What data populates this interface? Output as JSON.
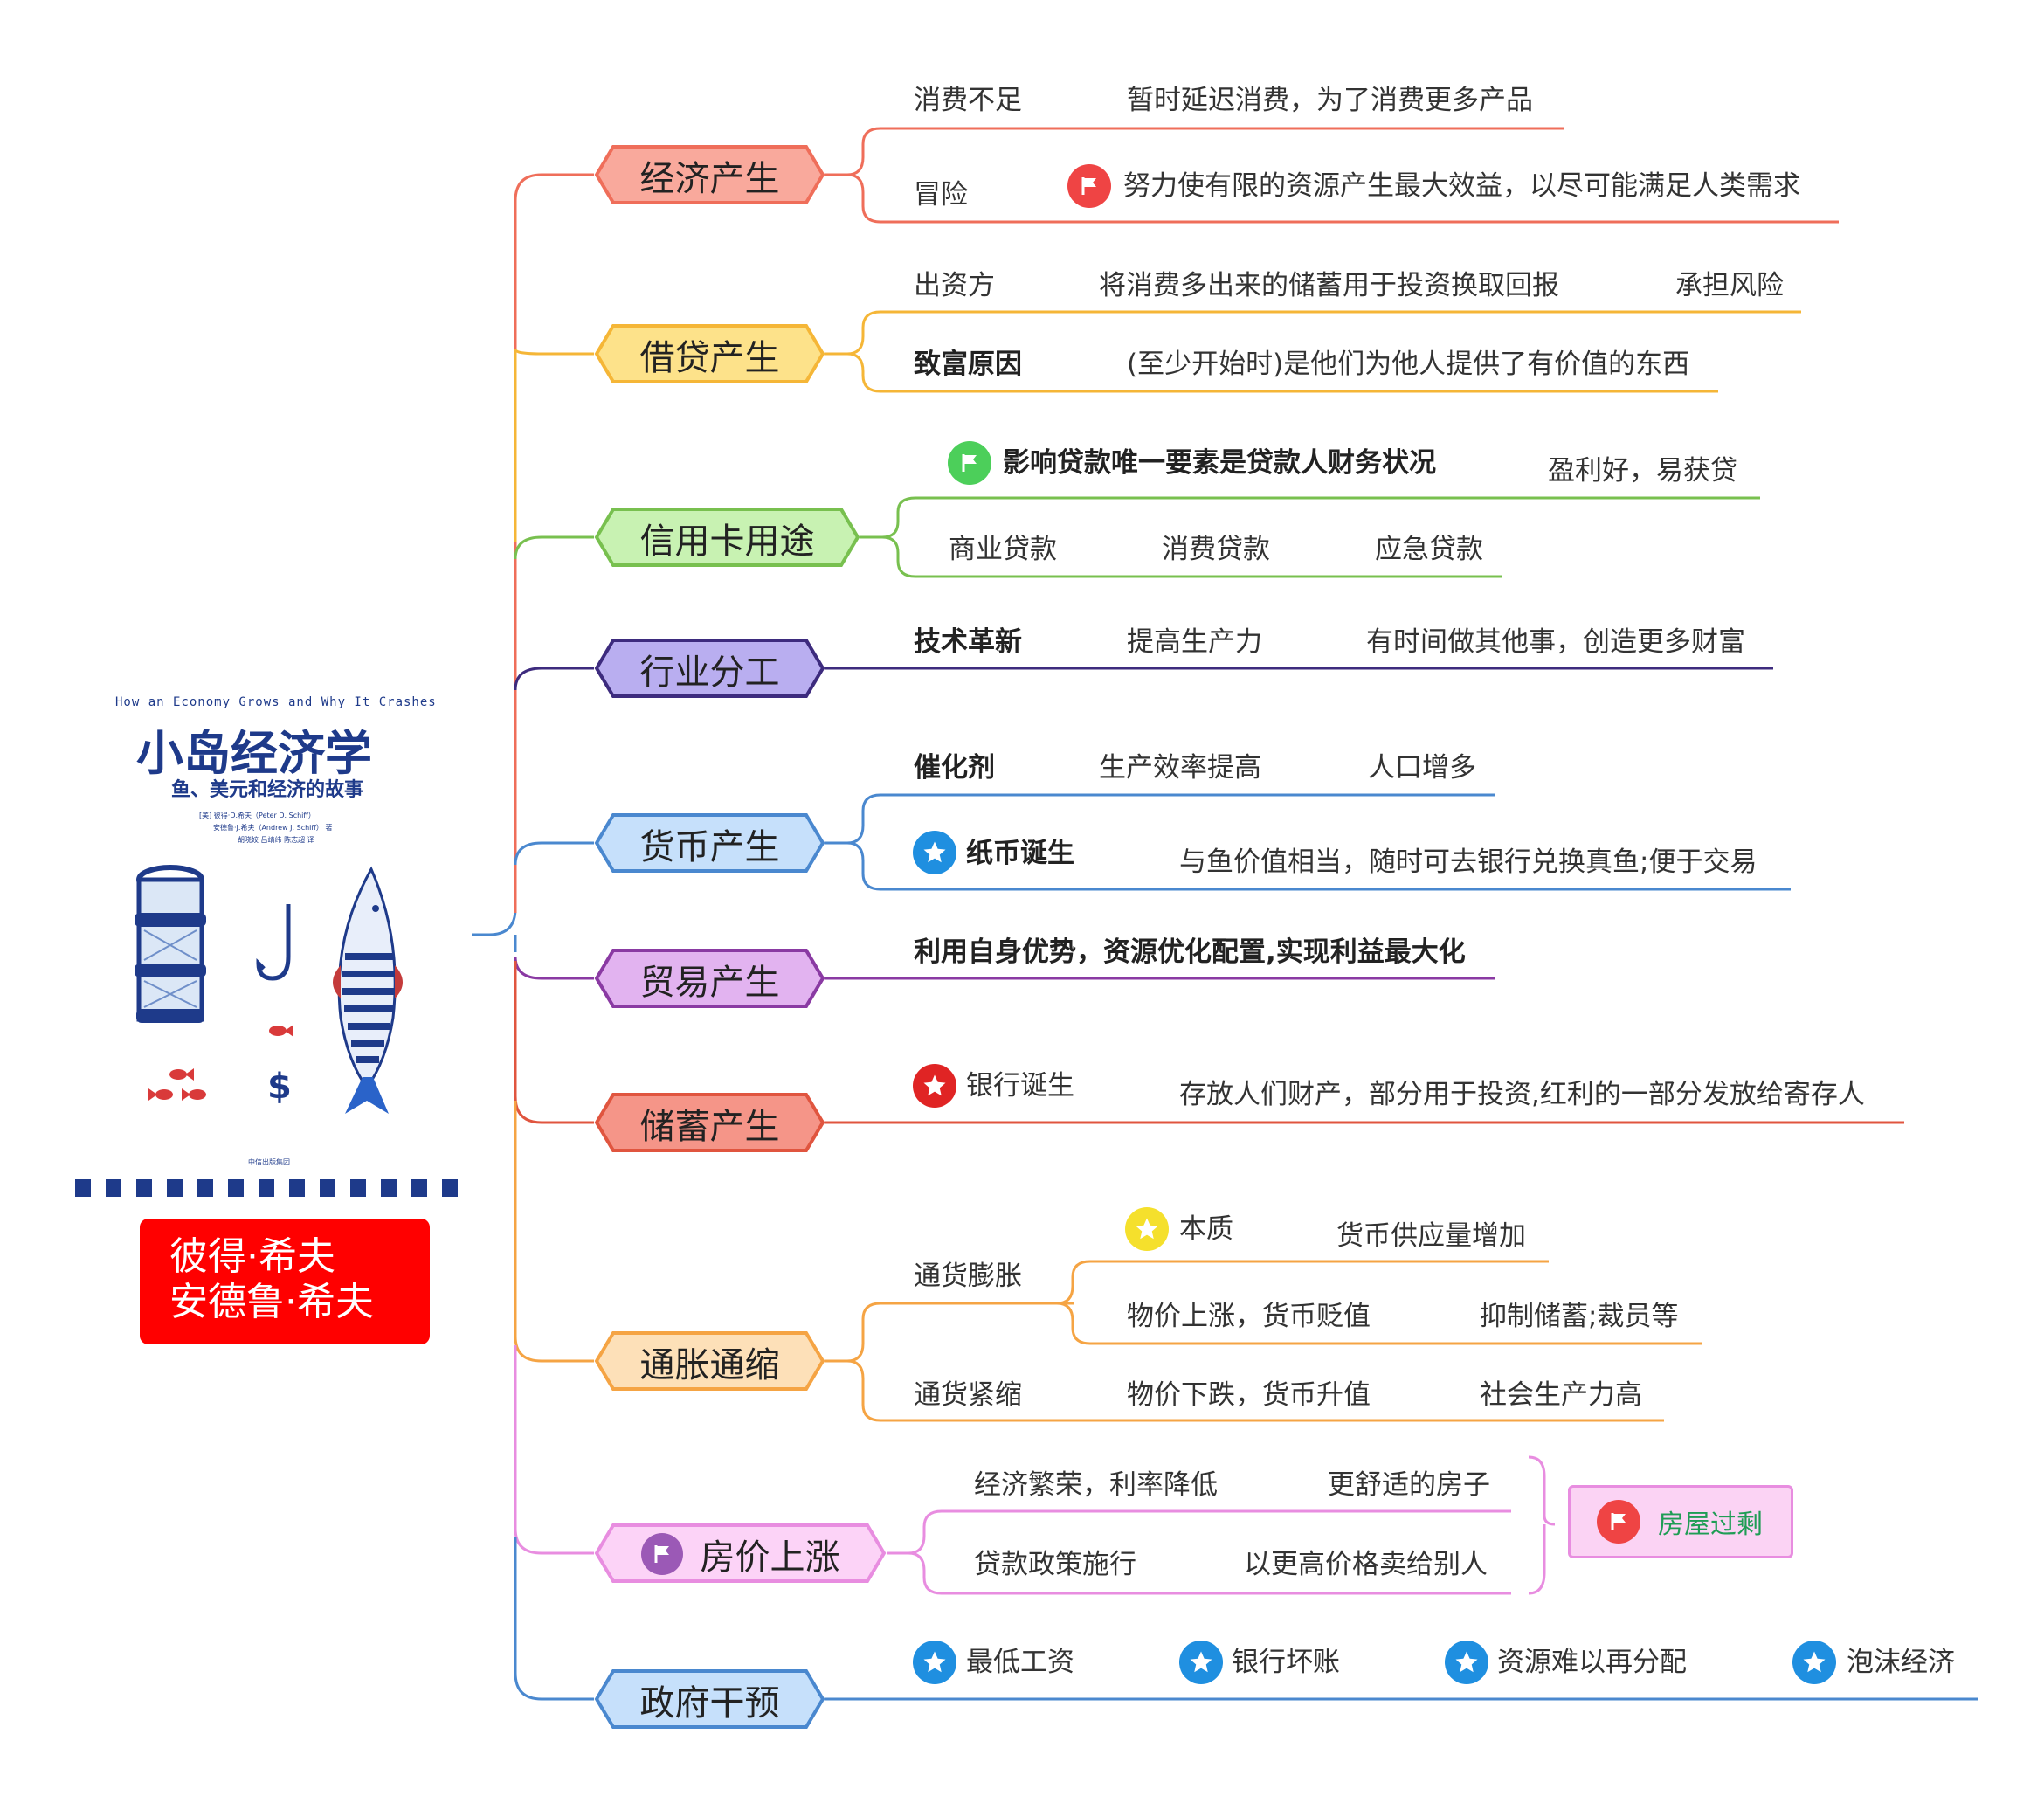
{
  "book": {
    "tagline": "How an Economy Grows and Why It Crashes",
    "title": "小岛经济学",
    "subtitle": "鱼、美元和经济的故事",
    "author_line1": "[美] 彼得·D.希夫（Peter D. Schiff）",
    "author_line2": "安德鲁·J.希夫（Andrew J. Schiff） 著",
    "translators": "胡晓姣 吕靖纬 陈志超 译",
    "publisher": "中信出版集团"
  },
  "authors": {
    "line1": "彼得·希夫",
    "line2": "安德鲁·希夫"
  },
  "topics": [
    {
      "label": "经济产生",
      "fill": "#f9a99c",
      "border": "#ef6e5a",
      "branch": "#ef6e5a"
    },
    {
      "label": "借贷产生",
      "fill": "#fde28a",
      "border": "#f5b637",
      "branch": "#f5b637"
    },
    {
      "label": "信用卡用途",
      "fill": "#c8f2b2",
      "border": "#78c04f",
      "branch": "#78c04f"
    },
    {
      "label": "行业分工",
      "fill": "#b9aef0",
      "border": "#3d2b7e",
      "branch": "#3d2b7e"
    },
    {
      "label": "货币产生",
      "fill": "#c6e0fb",
      "border": "#4a88cf",
      "branch": "#4a88cf"
    },
    {
      "label": "贸易产生",
      "fill": "#e2b3f0",
      "border": "#8a3aa3",
      "branch": "#8a3aa3"
    },
    {
      "label": "储蓄产生",
      "fill": "#f59588",
      "border": "#e0553f",
      "branch": "#e0553f"
    },
    {
      "label": "通胀通缩",
      "fill": "#fde0b8",
      "border": "#f5a444",
      "branch": "#f5a444"
    },
    {
      "label": "房价上涨",
      "fill": "#fcd3f7",
      "border": "#e88de0",
      "branch": "#e88de0"
    },
    {
      "label": "政府干预",
      "fill": "#c6e0fb",
      "border": "#4a88cf",
      "branch": "#4a88cf"
    }
  ],
  "nodes": {
    "xfbz": "消费不足",
    "zsyc": "暂时延迟消费，为了消费更多产品",
    "mx": "冒险",
    "nlsy": "努力使有限的资源产生最大效益，以尽可能满足人类需求",
    "czf": "出资方",
    "jxf": "将消费多出来的储蓄用于投资换取回报",
    "cdfx": "承担风险",
    "zfyy": "致富原因",
    "zsks": "(至少开始时)是他们为他人提供了有价值的东西",
    "yxdk": "影响贷款唯一要素是贷款人财务状况",
    "ylh": "盈利好，易获贷",
    "sydk": "商业贷款",
    "xfdk": "消费贷款",
    "yjdk": "应急贷款",
    "jsgx": "技术革新",
    "tgscl": "提高生产力",
    "ysj": "有时间做其他事，创造更多财富",
    "chj": "催化剂",
    "scxl": "生产效率提高",
    "rkzd": "人口增多",
    "zbdx": "纸币诞生",
    "yyjz": "与鱼价值相当，随时可去银行兑换真鱼;便于交易",
    "lyzs": "利用自身优势，资源优化配置,实现利益最大化",
    "yhdx": "银行诞生",
    "cfrm": "存放人们财产，部分用于投资,红利的一部分发放给寄存人",
    "thpz": "通货膨胀",
    "bz": "本质",
    "hbgy": "货币供应量增加",
    "wjsz": "物价上涨，货币贬值",
    "yzcx": "抑制储蓄;裁员等",
    "thjs": "通货紧缩",
    "wjxd": "物价下跌，货币升值",
    "shsc": "社会生产力高",
    "jjfr": "经济繁荣，利率降低",
    "gssd": "更舒适的房子",
    "dkzc": "贷款政策施行",
    "ygjg": "以更高价格卖给别人",
    "fwgs": "房屋过剩",
    "zdgz": "最低工资",
    "yhhz": "银行坏账",
    "zynyz": "资源难以再分配",
    "pmjj": "泡沫经济"
  },
  "colors": {
    "red_flag": "#ef4444",
    "green_flag": "#4ccf5a",
    "purple_flag": "#9b59b6",
    "blue_star": "#1f8fe0",
    "red_star": "#e02424",
    "yellow_star": "#f5e02c",
    "author_box": "#ff0000",
    "book_blue": "#1e3a8a"
  }
}
